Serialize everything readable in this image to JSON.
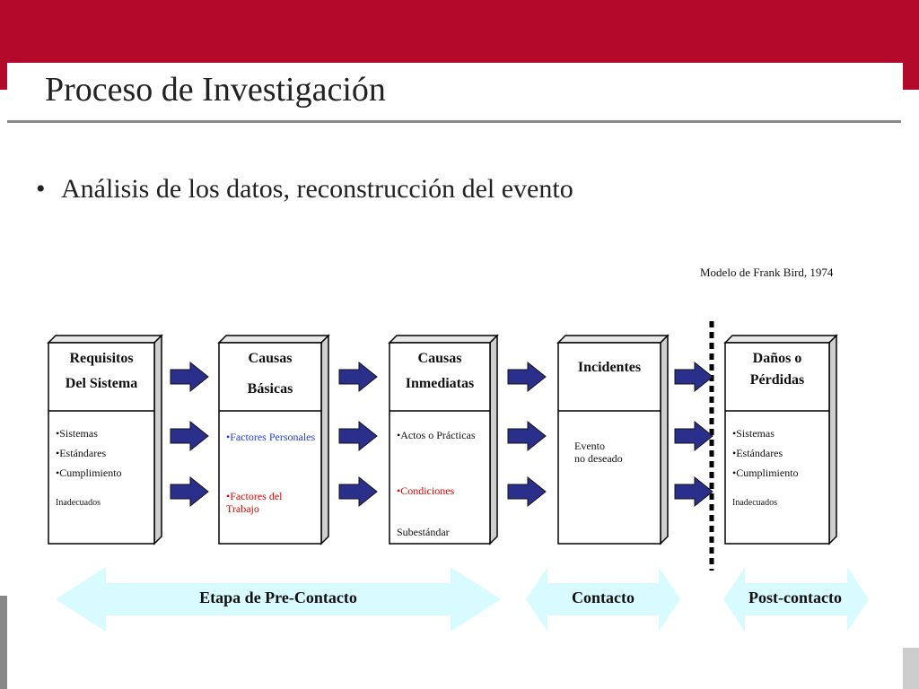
{
  "slide": {
    "title": "Proceso de Investigación",
    "bullet": "Análisis de los datos, reconstrucción del evento",
    "credit": "Modelo de Frank Bird, 1974"
  },
  "boxes": [
    {
      "title_line1": "Requisitos",
      "title_line2": "Del Sistema",
      "items": [
        "•Sistemas",
        "•Estándares",
        "•Cumplimiento"
      ],
      "footer": "Inadecuados"
    },
    {
      "title_line1": "Causas",
      "title_line2": "Básicas",
      "item1": "•Factores Personales",
      "item2": "•Factores del Trabajo"
    },
    {
      "title_line1": "Causas",
      "title_line2": "Inmediatas",
      "item1": "•Actos o Prácticas",
      "item2": "•Condiciones",
      "footer": "Subestándar"
    },
    {
      "title_line1": "Incidentes",
      "item1": "Evento",
      "item2": "no deseado"
    },
    {
      "title_line1": "Daños o",
      "title_line2": "Pérdidas",
      "items": [
        "•Sistemas",
        "•Estándares",
        "•Cumplimiento"
      ],
      "footer": "Inadecuados"
    }
  ],
  "phases": {
    "pre": "Etapa de Pre-Contacto",
    "contact": "Contacto",
    "post": "Post-contacto"
  },
  "colors": {
    "header": "#b3092b",
    "arrow": "#2b2f8c",
    "phase_arrow": "#d8fbff",
    "highlight_blue": "#1e3cff",
    "highlight_red": "#e00000"
  }
}
